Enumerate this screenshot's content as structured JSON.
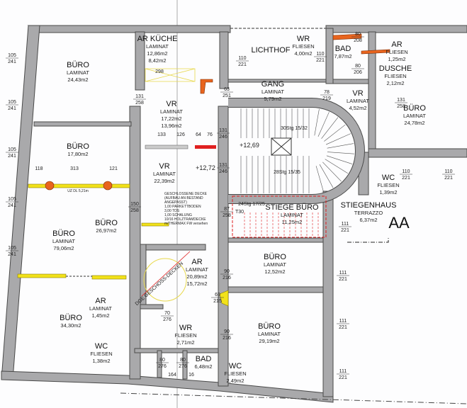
{
  "rooms": [
    {
      "name": "BÜRO",
      "floor": "LAMINAT",
      "area": "24,43m2"
    },
    {
      "name": "AR KÜCHE",
      "floor": "LAMINAT",
      "area": "12,86m2",
      "area2": "8,42m2"
    },
    {
      "name": "LICHTHOF"
    },
    {
      "name": "WR",
      "floor": "FLIESEN",
      "area": "4,00m2"
    },
    {
      "name": "BAD",
      "area": "7,87m2"
    },
    {
      "name": "AR",
      "floor": "FLIESEN",
      "area": "1,25m2"
    },
    {
      "name": "DUSCHE",
      "floor": "FLIESEN",
      "area": "2,12m2"
    },
    {
      "name": "GANG",
      "floor": "LAMINAT",
      "area": "5,79m2"
    },
    {
      "name": "VR",
      "floor": "LAMINAT",
      "area": "4,52m2"
    },
    {
      "name": "BÜRO",
      "floor": "LAMINAT",
      "area": "24,78m2"
    },
    {
      "name": "VR",
      "floor": "LAMINAT",
      "area": "17,22m2",
      "area2": "13,96m2"
    },
    {
      "name": "BÜRO",
      "area": "17,80m2"
    },
    {
      "name": "VR",
      "floor": "LAMINAT",
      "area": "22,39m2"
    },
    {
      "name": "WC",
      "floor": "FLIESEN",
      "area": "1,39m2"
    },
    {
      "name": "STIEGENHAUS",
      "floor": "TERRAZZO",
      "area": "6,37m2"
    },
    {
      "name": "STIEGE BÜRO",
      "floor": "LAMINAT",
      "area": "11,25m2"
    },
    {
      "name": "BÜRO",
      "area": "26,97m2"
    },
    {
      "name": "BÜRO",
      "floor": "LAMINAT",
      "area": "79,06m2"
    },
    {
      "name": "AR",
      "floor": "LAMINAT",
      "area": "20,89m2",
      "area2": "15,72m2"
    },
    {
      "name": "BÜRO",
      "floor": "LAMINAT",
      "area": "12,52m2"
    },
    {
      "name": "AR",
      "floor": "LAMINAT",
      "area": "1,45m2"
    },
    {
      "name": "BÜRO",
      "area": "34,30m2"
    },
    {
      "name": "BÜRO",
      "floor": "LAMINAT",
      "area": "29,19m2"
    },
    {
      "name": "WR",
      "floor": "FLIESEN",
      "area": "2,71m2"
    },
    {
      "name": "WC",
      "floor": "FLIESEN",
      "area": "1,38m2"
    },
    {
      "name": "BAD",
      "area": "6,48m2"
    },
    {
      "name": "WC",
      "floor": "FLIESEN",
      "area": "2,49m2"
    }
  ],
  "dimensions": [
    [
      "105",
      "241"
    ],
    [
      "105",
      "241"
    ],
    [
      "105",
      "241"
    ],
    [
      "105",
      "241"
    ],
    [
      "105",
      "241"
    ],
    [
      "131",
      "258"
    ],
    [
      "131",
      "246"
    ],
    [
      "131",
      "246"
    ],
    [
      "150",
      "258"
    ],
    [
      "87",
      "258"
    ],
    [
      "90",
      "216"
    ],
    [
      "69",
      "215"
    ],
    [
      "90",
      "216"
    ],
    [
      "70",
      "276"
    ],
    [
      "80",
      "276"
    ],
    [
      "80",
      "276"
    ],
    [
      "110",
      "221"
    ],
    [
      "110",
      "221"
    ],
    [
      "78",
      "219"
    ],
    [
      "131",
      "258"
    ],
    [
      "110",
      "221"
    ],
    [
      "110",
      "221"
    ],
    [
      "111",
      "221"
    ],
    [
      "111",
      "221"
    ],
    [
      "111",
      "221"
    ],
    [
      "111",
      "221"
    ],
    [
      "80",
      "208"
    ],
    [
      "80",
      "206"
    ],
    [
      "63",
      "251"
    ]
  ],
  "measures": [
    "118",
    "313",
    "121",
    "298",
    "133",
    "126",
    "64",
    "76",
    "164",
    "16"
  ],
  "stairs": {
    "upper": "30Stg 15/32",
    "lower": "28Stg 15/35",
    "lower_stiege": "24Stg 17/25"
  },
  "levels": {
    "vr": "+12,72",
    "stair": "+12,69"
  },
  "notes": {
    "ceiling": [
      "GESCHLOSSENE DECKE",
      "(AUFBAU AN BESTAND",
      "ANGEPASST)",
      "1,00  PARKETTBODEN",
      "3,00  TDS",
      "1,00  SCHALUNG",
      "10/16 HOLZTRAMDECKE",
      "      m/THERMAX FW versehen"
    ],
    "spiral": "DGE GESCHOSS-DECKEN",
    "beam1": "UZ DL 5,21m",
    "fire": "T30",
    "section": "AA"
  },
  "colors": {
    "wall": "#a9a9ab",
    "highlight_yellow": "#f2e21a",
    "demolition_orange": "#e8641e",
    "new_red": "#e02020"
  }
}
